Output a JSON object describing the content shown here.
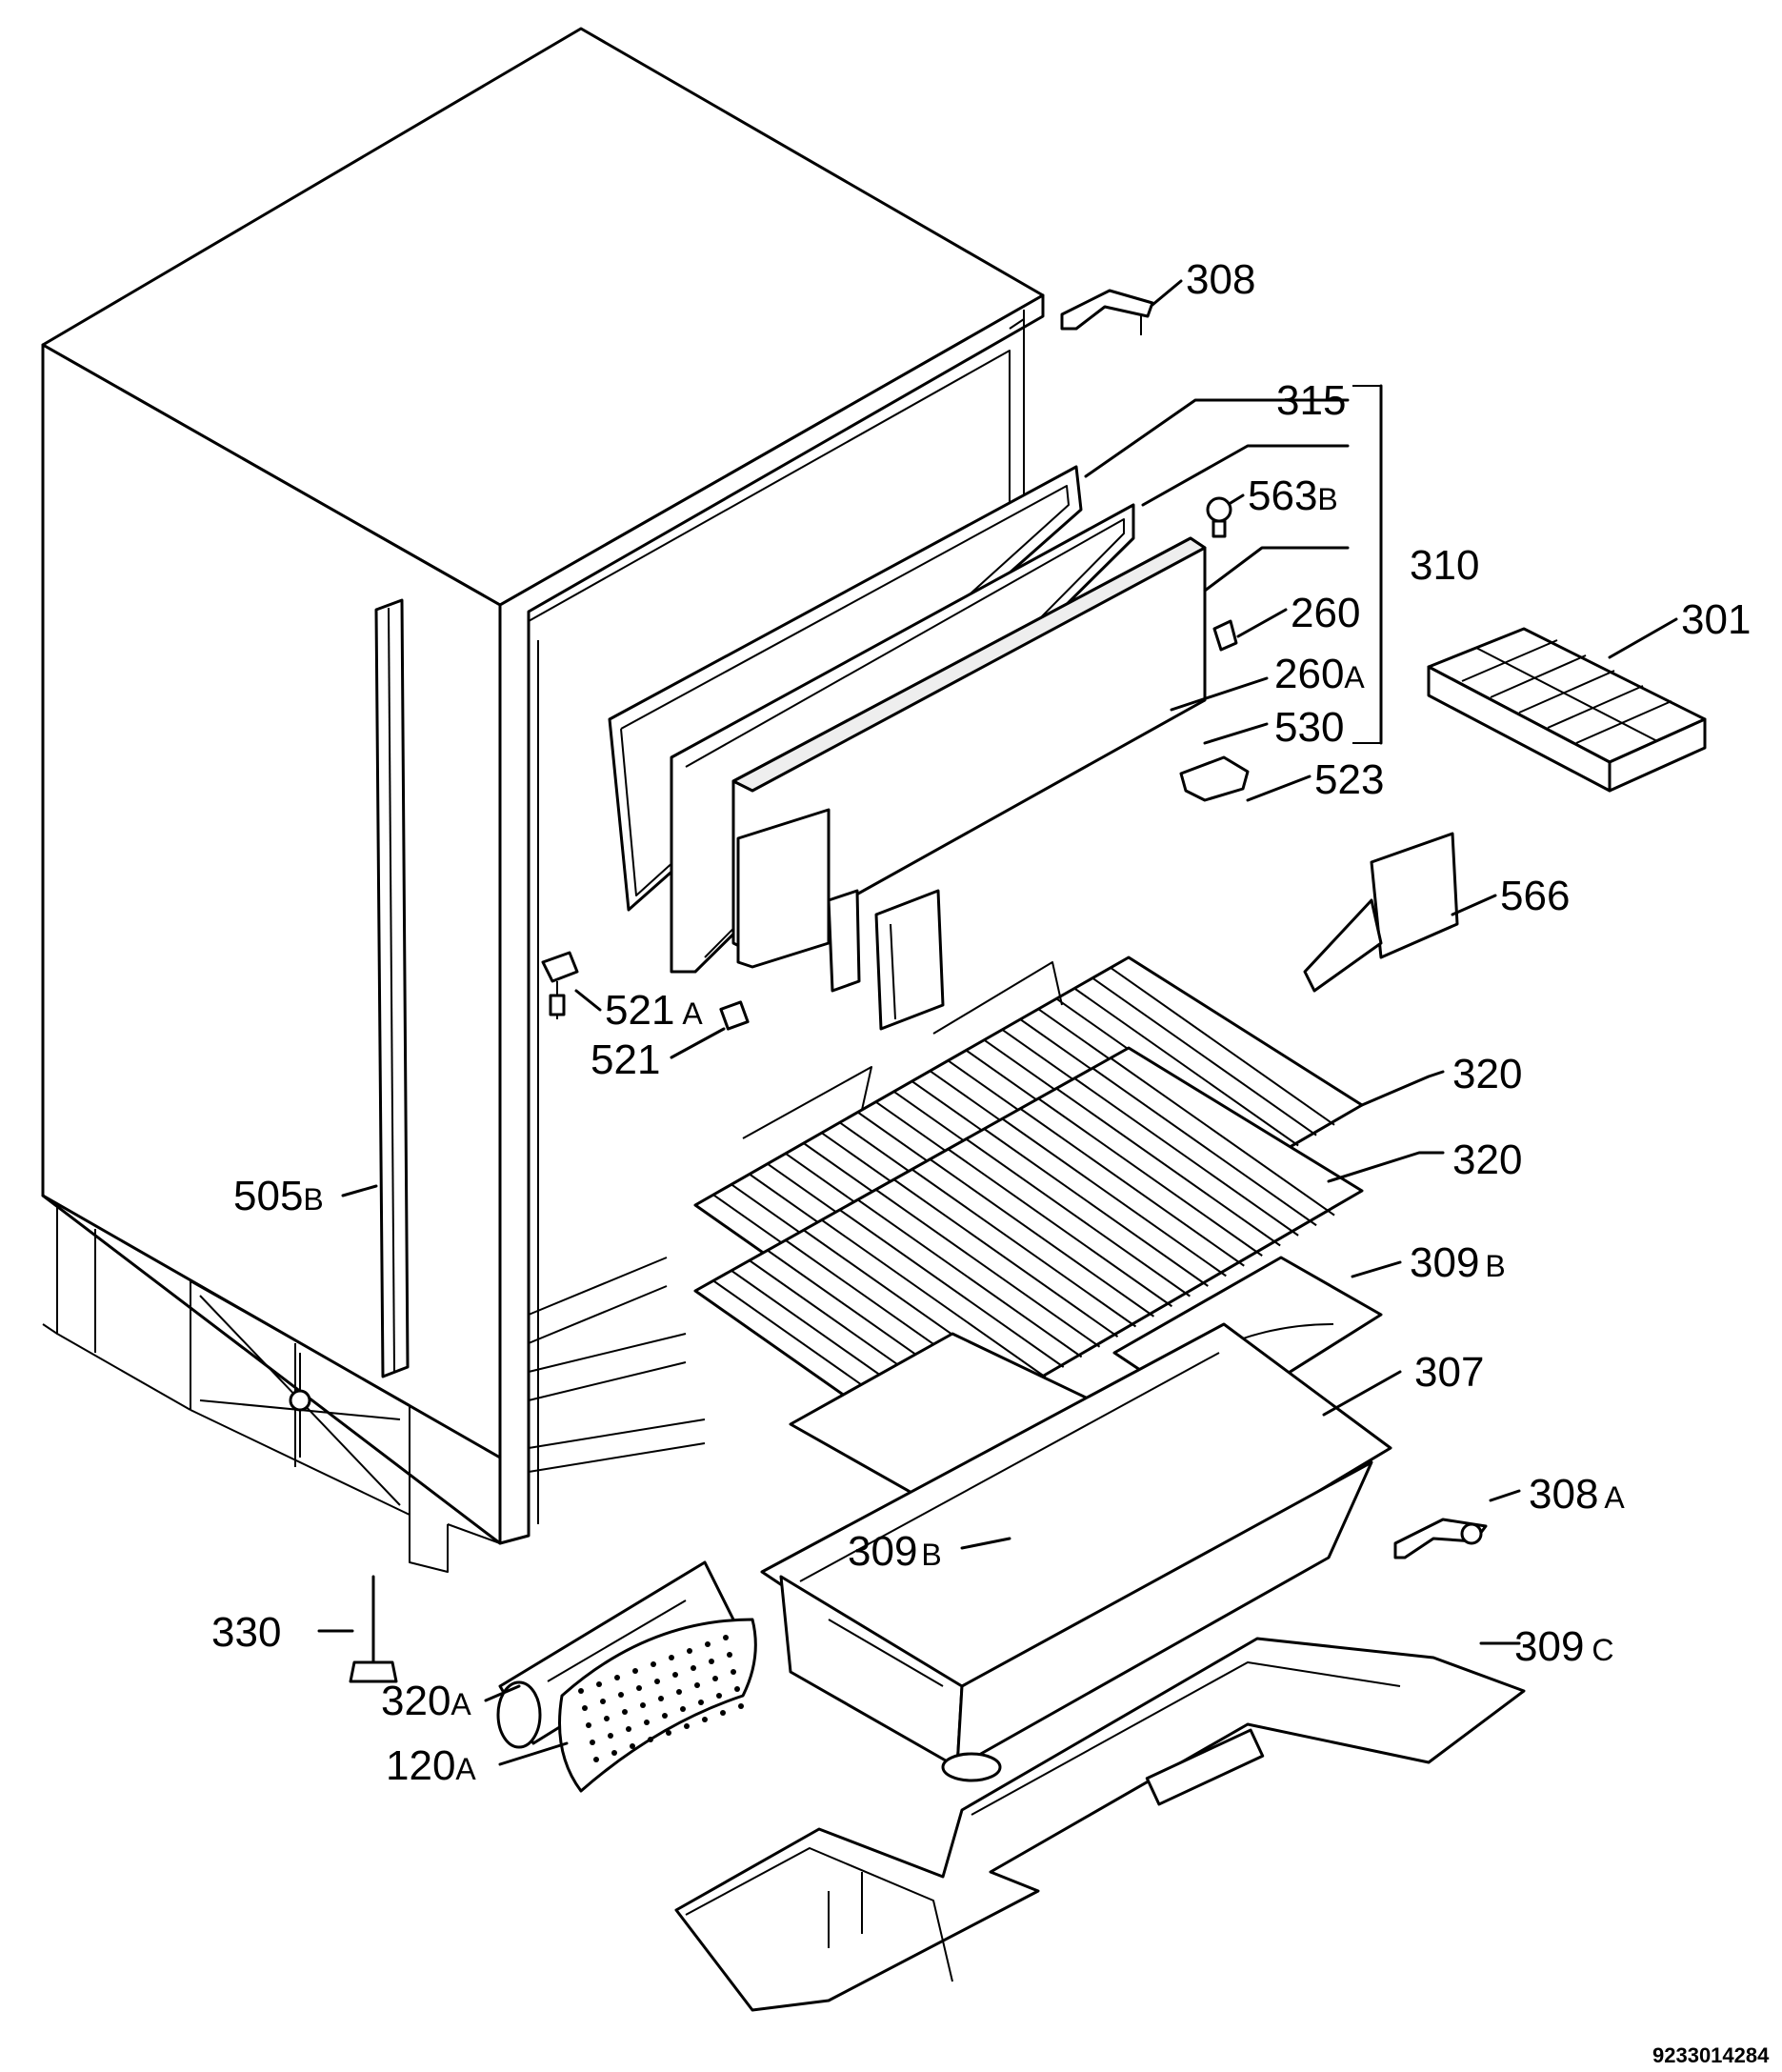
{
  "diagram": {
    "document_code": "9233014284",
    "labels": {
      "p308": "308",
      "p315": "315",
      "p563b_num": "563",
      "p563b_suf": "B",
      "p310": "310",
      "p260": "260",
      "p301": "301",
      "p260a_num": "260",
      "p260a_suf": "A",
      "p530": "530",
      "p523": "523",
      "p566": "566",
      "p521a_num": "521",
      "p521a_suf": "A",
      "p521": "521",
      "p320_upper": "320",
      "p320_lower": "320",
      "p505b_num": "505",
      "p505b_suf": "B",
      "p309b_right_num": "309",
      "p309b_right_suf": "B",
      "p307": "307",
      "p308a_num": "308",
      "p308a_suf": "A",
      "p309b_left_num": "309",
      "p309b_left_suf": "B",
      "p330": "330",
      "p309c_num": "309",
      "p309c_suf": "C",
      "p320a_num": "320",
      "p320a_suf": "A",
      "p120a_num": "120",
      "p120a_suf": "A"
    }
  }
}
